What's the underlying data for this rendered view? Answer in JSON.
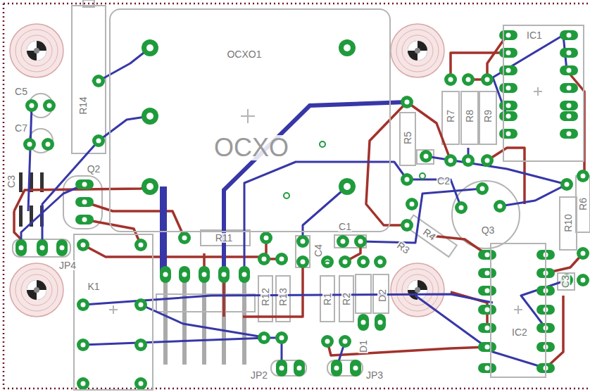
{
  "diagram": {
    "nodes": [
      {
        "text": [
          "OCXO1",
          "OCXO"
        ]
      },
      {
        "text": [
          "K1"
        ]
      },
      {
        "text": [
          "IC1"
        ]
      },
      {
        "text": [
          "IC2"
        ]
      }
    ],
    "labels": [
      "C5",
      "C7",
      "C3",
      "Q2",
      "JP4",
      "R14",
      "R11",
      "C4",
      "C1",
      "R12",
      "R13",
      "R1",
      "R2",
      "D1",
      "D2",
      "JP2",
      "JP3",
      "R5",
      "R7",
      "R8",
      "R9",
      "C2",
      "R4",
      "R3",
      "Q3",
      "R10",
      "R6",
      "C3"
    ]
  }
}
